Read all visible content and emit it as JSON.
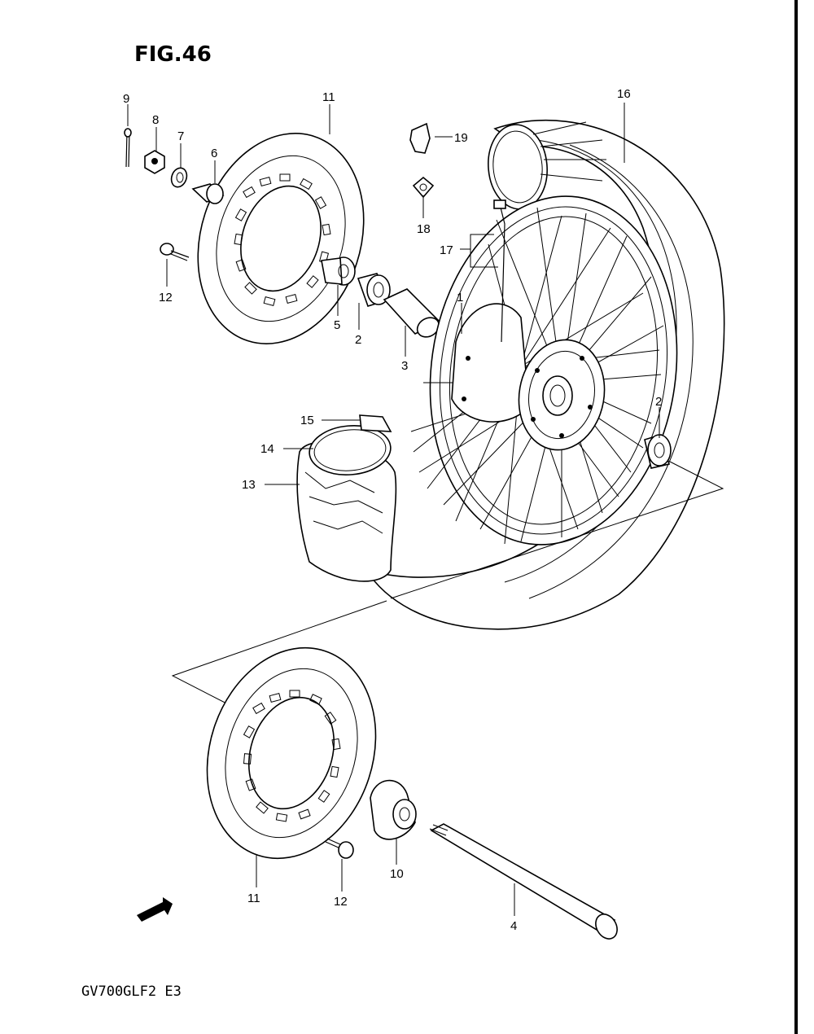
{
  "figure": {
    "title": "FIG.46",
    "model_code": "GV700GLF2 E3"
  },
  "callouts": [
    {
      "id": "c9",
      "num": "9"
    },
    {
      "id": "c8",
      "num": "8"
    },
    {
      "id": "c7",
      "num": "7"
    },
    {
      "id": "c6",
      "num": "6"
    },
    {
      "id": "c11a",
      "num": "11"
    },
    {
      "id": "c12a",
      "num": "12"
    },
    {
      "id": "c5",
      "num": "5"
    },
    {
      "id": "c2a",
      "num": "2"
    },
    {
      "id": "c3",
      "num": "3"
    },
    {
      "id": "c19",
      "num": "19"
    },
    {
      "id": "c18",
      "num": "18"
    },
    {
      "id": "c17",
      "num": "17"
    },
    {
      "id": "c16",
      "num": "16"
    },
    {
      "id": "c1",
      "num": "1"
    },
    {
      "id": "c2b",
      "num": "2"
    },
    {
      "id": "c15",
      "num": "15"
    },
    {
      "id": "c14",
      "num": "14"
    },
    {
      "id": "c13",
      "num": "13"
    },
    {
      "id": "c11b",
      "num": "11"
    },
    {
      "id": "c12b",
      "num": "12"
    },
    {
      "id": "c10",
      "num": "10"
    },
    {
      "id": "c4",
      "num": "4"
    }
  ],
  "fwd_badge": "FWD"
}
